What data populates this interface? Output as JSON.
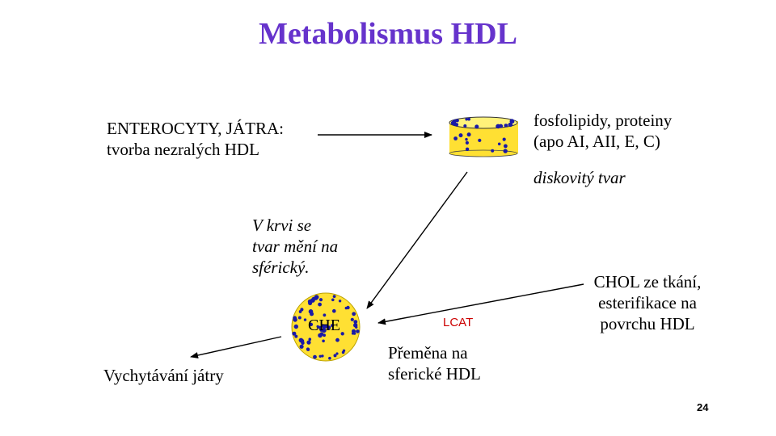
{
  "title": "Metabolismus HDL",
  "labels": {
    "enterocyty_line1": "ENTEROCYTY, JÁTRA:",
    "enterocyty_line2": "tvorba nezralých HDL",
    "fosfo_line1": "fosfolipidy, proteiny",
    "fosfo_line2": "(apo AI, AII, E, C)",
    "diskovity": "diskovitý tvar",
    "vkrvi_line1": "V krvi se",
    "vkrvi_line2": "tvar mění na",
    "vkrvi_line3": "sférický.",
    "che": "CHE",
    "lcat": "LCAT",
    "chol_line1": "CHOL ze tkání,",
    "chol_line2": "esterifikace na",
    "chol_line3": "povrchu HDL",
    "premena_line1": "Přeměna na",
    "premena_line2": "sferické HDL",
    "vychytavani": "Vychytávání játry",
    "page_number": "24"
  },
  "colors": {
    "title": "#6633cc",
    "particle_fill": "#ffe033",
    "particle_dots": "#1a1aa6",
    "lcat": "#cc0000"
  }
}
